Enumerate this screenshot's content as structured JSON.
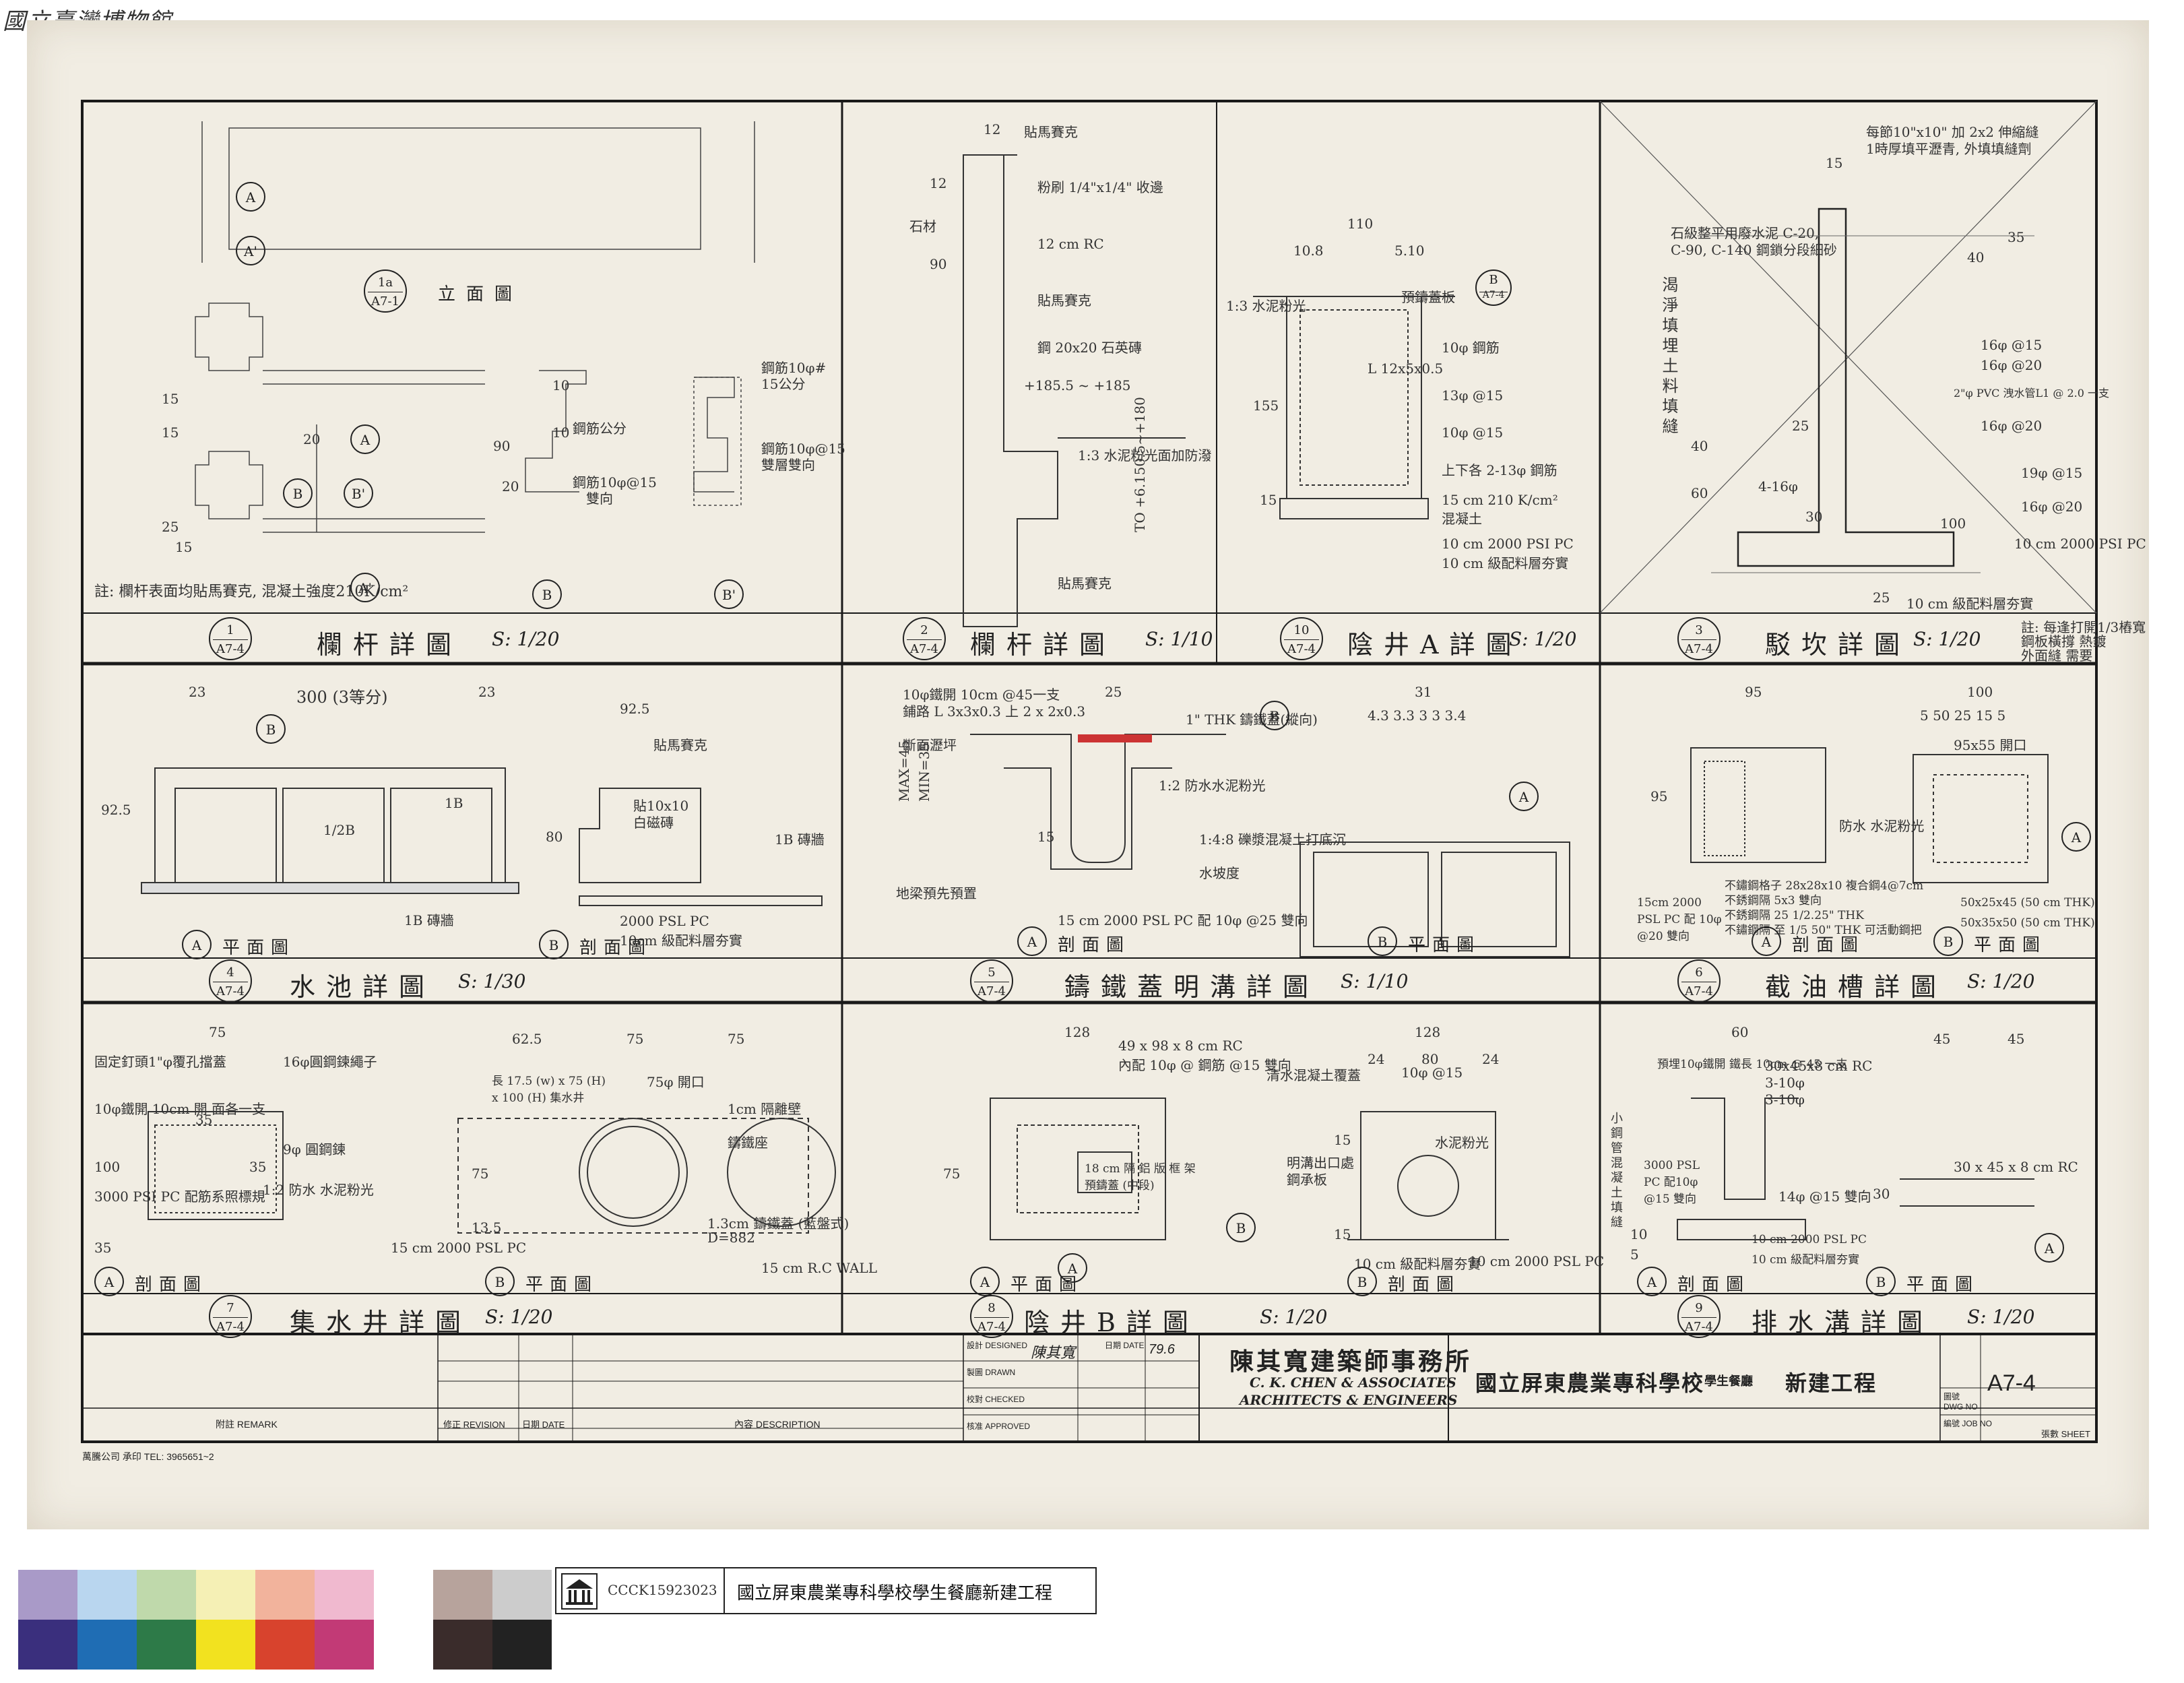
{
  "watermark": "國立臺灣博物館",
  "colors": {
    "paper": "#f1ede3",
    "ink": "#1a1a1a",
    "pencil": "#444444"
  },
  "panels": {
    "p1": {
      "num": "1",
      "ref": "A7-4",
      "title": "欄杆詳圖",
      "scale": "S: 1/20",
      "sub_bubble": {
        "num": "1a",
        "ref": "A7-1"
      },
      "sub_title": "立面圖",
      "note": "註: 欄杆表面均貼馬賽克, 混凝土強度210K/cm²",
      "labels": [
        "A",
        "A'",
        "A",
        "B",
        "B'",
        "A'",
        "B",
        "B'"
      ],
      "callouts": [
        "鋼筋10φ#",
        "15公分",
        "鋼筋10φ@15",
        "雙層雙向",
        "鋼筋公分",
        "鋼筋10φ@15",
        "雙向"
      ],
      "dims": [
        "15",
        "15",
        "25",
        "15",
        "20",
        "10",
        "90",
        "20",
        "10"
      ]
    },
    "p2": {
      "num": "2",
      "ref": "A7-4",
      "title": "欄杆詳圖",
      "scale": "S: 1/10",
      "callouts": [
        "貼馬賽克",
        "粉刷 1/4\"x1/4\" 收邊",
        "12 cm RC",
        "貼馬賽克",
        "鋼 20x20 石英磚",
        "+185.5 ~ +185",
        "1:3 水泥粉光面加防潑",
        "貼馬賽克",
        "石材"
      ],
      "dims": [
        "12",
        "12",
        "90",
        "TO +6.150.5~+180"
      ]
    },
    "p10": {
      "num": "10",
      "ref": "A7-4",
      "title": "陰井A詳圖",
      "scale": "S: 1/20",
      "callouts": [
        "1:3 水泥粉光",
        "預鑄蓋板",
        "10φ 鋼筋",
        "L 12x5x0.5",
        "13φ @15",
        "10φ @15",
        "上下各 2-13φ 鋼筋",
        "15 cm 210 K/cm²",
        "混凝土",
        "10 cm 2000 PSI PC",
        "10 cm 級配料層夯實"
      ],
      "dims": [
        "110",
        "10.8",
        "5.10",
        "155",
        "15"
      ],
      "bubble": {
        "num": "B",
        "ref": "A7-4"
      }
    },
    "p3": {
      "num": "3",
      "ref": "A7-4",
      "title": "駁坎詳圖",
      "scale": "S: 1/20",
      "callouts": [
        "每節10\"x10\" 加 2x2 伸縮縫",
        "1時厚填平瀝青, 外填填縫劑",
        "石級整平用廢水泥 C-20,",
        "C-90, C-140 鋼鎖分段細砂",
        "16φ @15",
        "16φ @20",
        "2\"φ PVC 洩水管L1 @ 2.0 一支",
        "16φ @20",
        "4-16φ",
        "19φ @15",
        "16φ @20",
        "10 cm 2000 PSI PC",
        "10 cm 級配料層夯實",
        "註: 每逢打開1/3樁寬",
        "鋼板橫撐 熱鍍",
        "外面縫 需要"
      ],
      "vertical_label": "渴淨填埋土料填縫",
      "dims": [
        "15",
        "35",
        "40",
        "25",
        "60",
        "40",
        "100",
        "25",
        "30"
      ]
    },
    "p4": {
      "num": "4",
      "ref": "A7-4",
      "title": "水池詳圖",
      "scale": "S: 1/30",
      "callouts": [
        "1/2B",
        "1B",
        "1B 磚牆",
        "貼馬賽克",
        "1B 磚牆",
        "貼10x10",
        "白磁磚",
        "2000 PSL PC",
        "10cm 級配料層夯實"
      ],
      "dims": [
        "23",
        "300 (3等分)",
        "23",
        "92.5",
        "92.5",
        "80"
      ],
      "sub_a": "平面圖",
      "sub_b": "剖面圖"
    },
    "p5": {
      "num": "5",
      "ref": "A7-4",
      "title": "鑄鐵蓋明溝詳圖",
      "scale": "S: 1/10",
      "callouts": [
        "10φ鐵開 10cm @45一支",
        "鋪路 L 3x3x0.3 上 2 x 2x0.3",
        "1\" THK 鑄鐵蓋(縱向)",
        "斷面瀝坪",
        "1:2 防水水泥粉光",
        "1:4:8 礫漿混凝土打底沉",
        "水坡度",
        "地梁預先預置",
        "15 cm 2000 PSL PC 配 10φ @25 雙向"
      ],
      "dims": [
        "25",
        "MAX=45",
        "MIN=35",
        "15",
        "31",
        "4.3 3.3 3 3 3.4"
      ],
      "sub_a": "剖面圖",
      "sub_b": "平面圖"
    },
    "p6": {
      "num": "6",
      "ref": "A7-4",
      "title": "截油槽詳圖",
      "scale": "S: 1/20",
      "callouts": [
        "防水 水泥粉光",
        "不鏽鋼格子 28x28x10 複合鋼4@7cm",
        "不銹鋼隔 5x3 雙向",
        "不銹鋼隔 25 1/2.25\" THK",
        "不鏽鋼隔 至 1/5 50\" THK 可活動鋼把",
        "15cm 2000 PSL PC 配 10φ @20 雙向",
        "95x55 開口",
        "50x25x45 (50 cm THK)",
        "50x35x50 (50 cm THK)"
      ],
      "dims": [
        "95",
        "95",
        "100",
        "5 50 25 15 5"
      ],
      "sub_a": "剖面圖",
      "sub_b": "平面圖"
    },
    "p7": {
      "num": "7",
      "ref": "A7-4",
      "title": "集水井詳圖",
      "scale": "S: 1/20",
      "callouts": [
        "固定釘頭1\"φ覆孔擋蓋",
        "16φ圓鋼鍊繩子",
        "10φ鐵開 10cm 開 面各一支",
        "3000 PSI PC 配筋系照標規",
        "9φ 圓鋼鍊",
        "1:2 防水 水泥粉光",
        "長 17.5 (w) x 75 (H)",
        "x 100 (H) 集水井",
        "75φ 開口",
        "1cm 隔離壁",
        "鑄鐵座",
        "1.3cm 鑄鐵蓋 (藍盤式)",
        "D=882",
        "15 cm 2000 PSL PC",
        "15 cm R.C WALL"
      ],
      "dims": [
        "75",
        "35",
        "35",
        "100",
        "35",
        "62.5",
        "75",
        "75",
        "75",
        "13.5"
      ],
      "sub_a": "剖面圖",
      "sub_b": "平面圖"
    },
    "p8": {
      "num": "8",
      "ref": "A7-4",
      "title": "陰井B詳圖",
      "scale": "S: 1/20",
      "callouts": [
        "49 x 98 x 8 cm RC",
        "內配 10φ @ 鋼筋 @15 雙向",
        "清水混凝土覆蓋",
        "10φ @15",
        "18 cm 隔 鋁 版 框 架",
        "預鑄蓋 (中段)",
        "明溝出口處",
        "鋼承板",
        "水泥粉光",
        "10 cm 級配料層夯實",
        "10 cm 2000 PSL PC"
      ],
      "dims": [
        "128",
        "75",
        "128",
        "24",
        "80",
        "24",
        "15",
        "15"
      ],
      "sub_a": "平面圖",
      "sub_b": "剖面圖"
    },
    "p9": {
      "num": "9",
      "ref": "A7-4",
      "title": "排水溝詳圖",
      "scale": "S: 1/20",
      "callouts": [
        "預埋10φ鐵開 鐵長 10cm @ 45 一支",
        "30x45x8 cm RC",
        "3-10φ",
        "3-10φ",
        "3000 PSL PC 配10φ @15 雙向",
        "14φ @15 雙向",
        "10 cm 級配料層夯實",
        "10 cm 2000 PSL PC",
        "30 x 45 x 8 cm RC"
      ],
      "vertical_label": "小鋼管混凝土填縫",
      "dims": [
        "60",
        "45",
        "45",
        "30",
        "10",
        "5"
      ],
      "sub_a": "剖面圖",
      "sub_b": "平面圖"
    }
  },
  "title_block": {
    "remarks_label": "附註 REMARK",
    "revision_label": "修正 REVISION",
    "date_label": "日期 DATE",
    "description_label": "內容 DESCRIPTION",
    "designed_label": "設計 DESIGNED",
    "drawn_label": "製圖 DRAWN",
    "checked_label": "校對 CHECKED",
    "approved_label": "核准 APPROVED",
    "designer_sign": "陳其寬",
    "date_sign": "79.6",
    "date_field_label": "日期 DATE",
    "firm_zh": "陳其寬建築師事務所",
    "firm_en_1": "C. K. CHEN & ASSOCIATES",
    "firm_en_2": "ARCHITECTS & ENGINEERS",
    "project_school": "國立屏東農業專科學校",
    "project_building": "學生餐廳",
    "project_work": "新建工程",
    "dwg_label": "圖號 DWG NO",
    "dwg_no": "A7-4",
    "job_label": "編號 JOB NO",
    "sheet_label": "張數 SHEET",
    "printer": "萬騰公司 承印 TEL: 3965651~2"
  },
  "color_bar": {
    "row1": [
      "#a99ac8",
      "#b9d6ef",
      "#bfd9ab",
      "#f5f0b5",
      "#f2b39c",
      "#f0b9cf",
      "#ffffff",
      "#b7a39c",
      "#cccccc"
    ],
    "row2": [
      "#3a2f7d",
      "#1f6db4",
      "#2d7a48",
      "#f2e21f",
      "#d8432d",
      "#c23a76",
      "#ffffff",
      "#3a2c2b",
      "#222222"
    ]
  },
  "catalog": {
    "id": "CCCK15923023",
    "title": "國立屏東農業專科學校學生餐廳新建工程"
  }
}
